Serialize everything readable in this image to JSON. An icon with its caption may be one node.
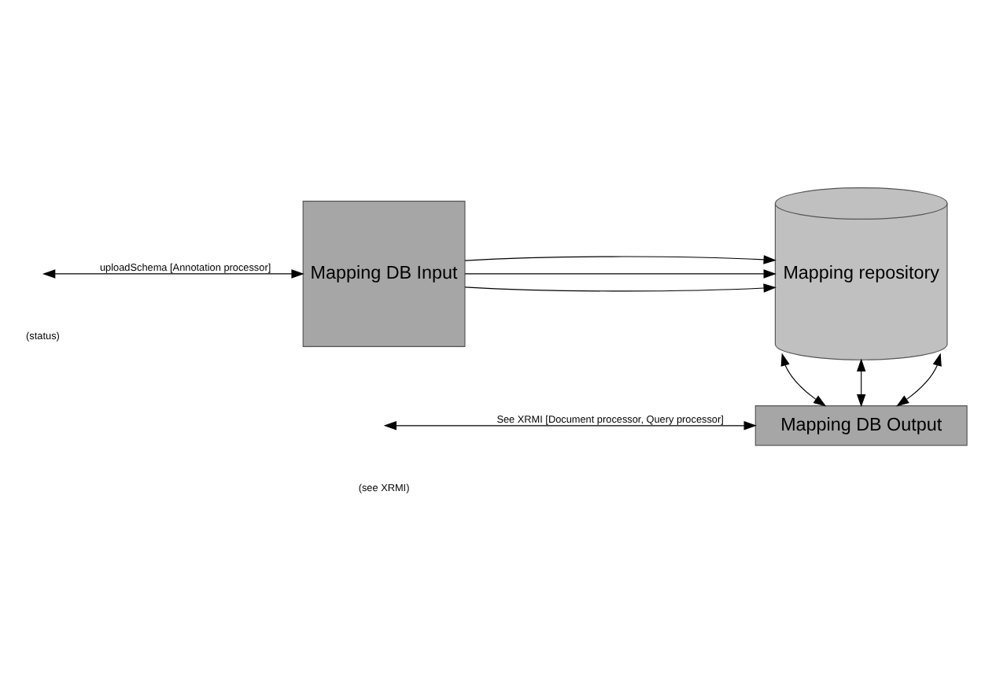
{
  "diagram": {
    "nodes": [
      {
        "text": [
          "Mapping DB Input"
        ]
      },
      {
        "text": [
          "Mapping repository"
        ]
      },
      {
        "text": [
          "Mapping DB Output"
        ]
      }
    ],
    "edges": [
      {
        "from": null,
        "to": 0,
        "arrow": "both",
        "label": "uploadSchema [Annotation processor]"
      },
      {
        "from": 0,
        "to": 1,
        "arrow": "to"
      },
      {
        "from": 0,
        "to": 1,
        "arrow": "to"
      },
      {
        "from": 0,
        "to": 1,
        "arrow": "to"
      },
      {
        "from": 1,
        "to": 2,
        "arrow": "both"
      },
      {
        "from": 1,
        "to": 2,
        "arrow": "both"
      },
      {
        "from": 1,
        "to": 2,
        "arrow": "both"
      },
      {
        "from": null,
        "to": 2,
        "arrow": "both",
        "label": "See XRMI [Document processor, Query processor]"
      }
    ],
    "labels": [
      "(status)",
      "(see XRMI)"
    ]
  }
}
